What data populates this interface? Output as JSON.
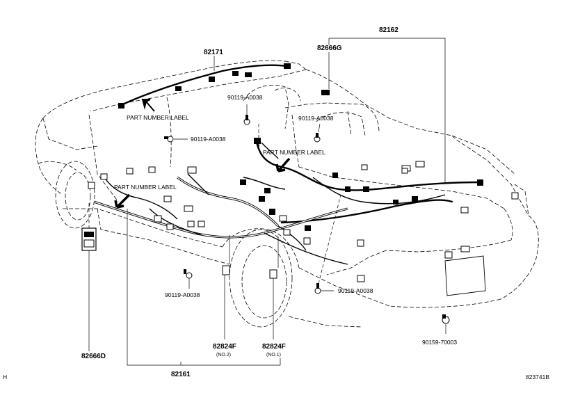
{
  "diagram": {
    "part_numbers": {
      "p82162": "82162",
      "p82666G": "82666G",
      "p82171": "82171",
      "p90119_1": "90119-A0038",
      "p90119_2": "90119-A0038",
      "p90119_3": "90119-A0038",
      "p90119_4": "90119-A0038",
      "p90119_5": "90119-A0038",
      "p82666D": "82666D",
      "p82824F_2": "82824F",
      "p82824F_1": "82824F",
      "p82161": "82161",
      "p90159": "90159-70003"
    },
    "sub_labels": {
      "no2": "(NO.2)",
      "no1": "(NO.1)"
    },
    "callouts": {
      "label_roof": "PART NUMBER LABEL",
      "label_center": "PART NUMBER LABEL",
      "label_floor": "PART NUMBER LABEL"
    },
    "footer": {
      "corner_left": "H",
      "illustration_id": "823741B"
    }
  }
}
